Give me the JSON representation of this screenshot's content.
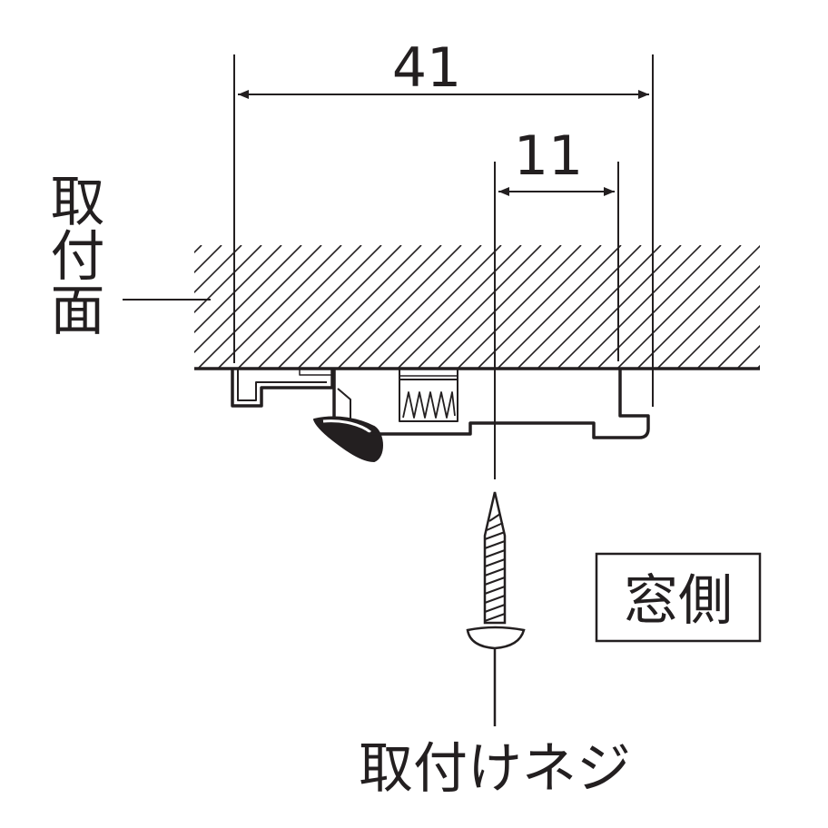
{
  "dimensions": {
    "overall": "41",
    "offset": "11"
  },
  "labels": {
    "mounting_surface": "取付面",
    "window_side": "窓側",
    "mounting_screw": "取付けネジ"
  },
  "colors": {
    "ink": "#231f20",
    "background": "#ffffff"
  }
}
